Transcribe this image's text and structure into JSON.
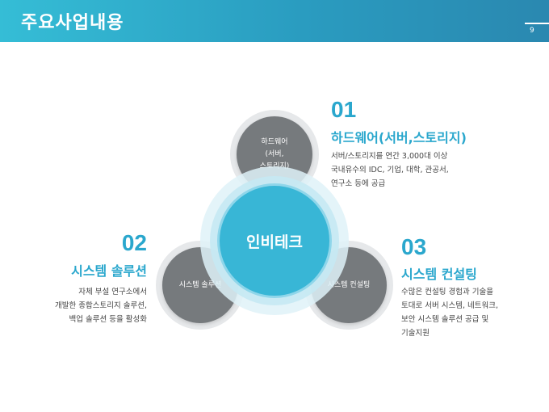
{
  "header": {
    "title": "주요사업내용",
    "page_number": "9"
  },
  "center": {
    "label": "인비테크"
  },
  "hardware": {
    "circle_lines": [
      "하드웨어",
      "(서버,",
      "스토리지)"
    ],
    "number": "01",
    "title": "하드웨어(서버,스토리지)",
    "desc": [
      "서버/스토리지를 연간 3,000대 이상",
      "국내유수의 IDC, 기업, 대학, 관공서,",
      "연구소 등에 공급"
    ]
  },
  "solution": {
    "circle_label": "시스템 솔루션",
    "number": "02",
    "title": "시스템 솔루션",
    "desc": [
      "자체 부설 연구소에서",
      "개발한 종합스토리지 솔루션,",
      "백업 솔루션 등을 활성화"
    ]
  },
  "consulting": {
    "circle_label": "시스템 컨설팅",
    "number": "03",
    "title": "시스템 컨설팅",
    "desc": [
      "수많은 컨설팅 경험과 기술을",
      "토대로 서버 시스템, 네트워크,",
      "보안 시스템 솔루션 공급 및",
      "기술지원"
    ]
  }
}
